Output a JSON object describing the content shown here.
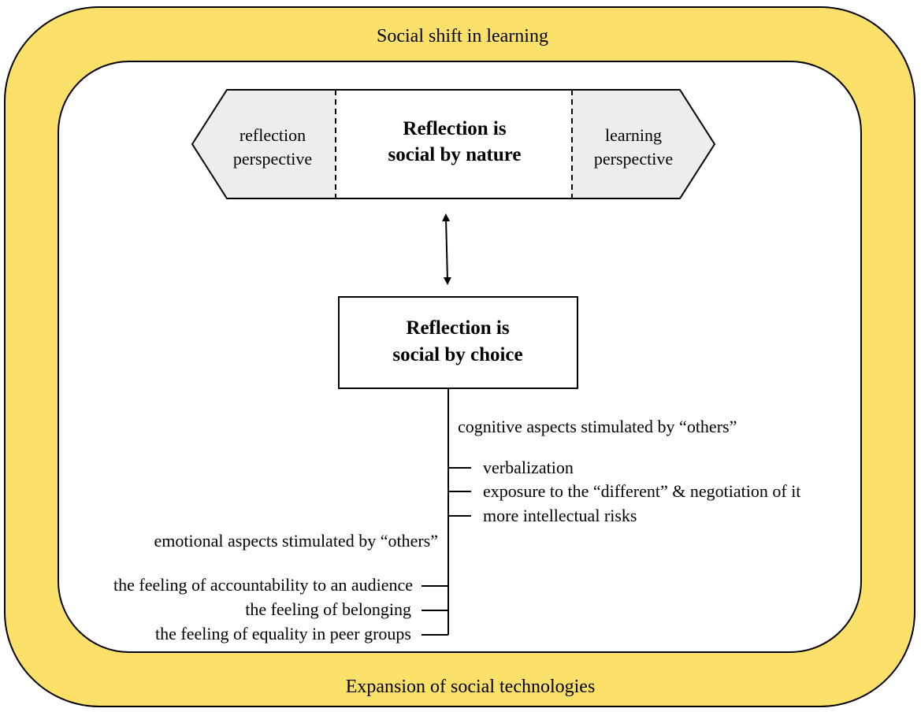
{
  "outer_frame": {
    "top_label": "Social shift in learning",
    "bottom_label": "Expansion of social technologies",
    "fill_color": "#FBE06A"
  },
  "top_box": {
    "left_label_lines": [
      "reflection",
      "perspective"
    ],
    "center_label_lines": [
      "Reflection is",
      "social by nature"
    ],
    "right_label_lines": [
      "learning",
      "perspective"
    ],
    "side_fill_color": "#EDEDED"
  },
  "choice_box": {
    "label_lines": [
      "Reflection is",
      "social by choice"
    ]
  },
  "cognitive": {
    "heading": "cognitive aspects stimulated by “others”",
    "items": [
      "verbalization",
      "exposure to the “different” & negotiation of it",
      "more intellectual risks"
    ]
  },
  "emotional": {
    "heading": "emotional aspects stimulated by “others”",
    "items": [
      "the feeling of accountability to an audience",
      "the feeling of belonging",
      "the feeling of equality in peer groups"
    ]
  }
}
